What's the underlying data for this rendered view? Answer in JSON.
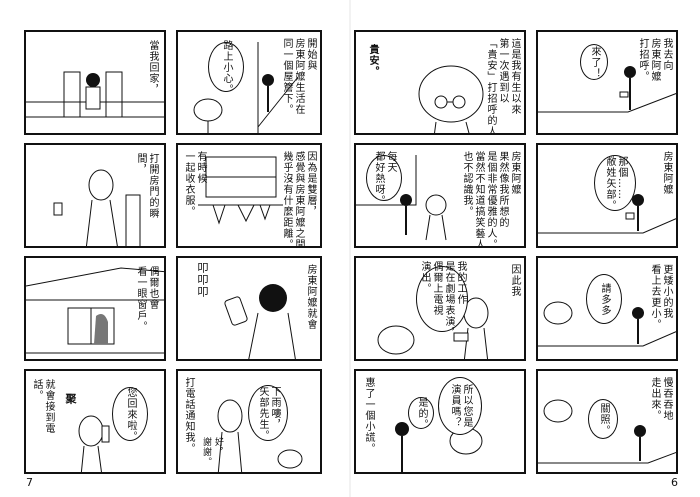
{
  "page_numbers": {
    "left": "7",
    "right": "6"
  },
  "left_page": {
    "panels": [
      {
        "id": "L1",
        "narration": "當我回家，"
      },
      {
        "id": "L2",
        "narration": "開始與\n房東阿嬤生活在\n同一個屋簷下。",
        "bubble": "路上小心。"
      },
      {
        "id": "L3",
        "narration": "打開房門的瞬\n間，"
      },
      {
        "id": "L4",
        "narration": "因為是雙層，\n感覺與房東阿嬤之間\n幾乎沒有什麼距離。",
        "sub": "有時候\n一起收衣服。"
      },
      {
        "id": "L5",
        "narration": "偶爾也會\n看一眼窗戶。"
      },
      {
        "id": "L6",
        "narration": "房東阿嬤就會",
        "sfx": "叩叩叩"
      },
      {
        "id": "L7",
        "narration": "就會接到電\n話。",
        "bubble": "您回來啦。",
        "sfx": "聚"
      },
      {
        "id": "L8",
        "narration": "打電話通知我。",
        "bubble": "下雨嘍，\n矢部先生。",
        "sfx": "好，\n謝謝。"
      }
    ]
  },
  "right_page": {
    "panels": [
      {
        "id": "R1",
        "narration": "我去向\n房東阿嬤\n打招呼。",
        "bubble": "來了！"
      },
      {
        "id": "R2",
        "narration": "這是我有生以來\n第一次遇到以\n「貴安」打招呼的人。",
        "bubble": "貴安。"
      },
      {
        "id": "R3",
        "narration": "房東阿嬤",
        "bubble": "那個……\n敝姓矢部。"
      },
      {
        "id": "R4",
        "narration": "房東阿嬤\n果然像我所想的\n是個非常優雅的人。\n當然不知道搞笑藝人。\n也不認識我。",
        "bubble": "每天\n都好熱呀。"
      },
      {
        "id": "R5",
        "narration": "更矮小的我\n看上去更小。",
        "bubble": "請多多"
      },
      {
        "id": "R6",
        "narration": "因此我",
        "bubble": "我的工作\n是在劇場表演，\n偶爾上電視\n演出。"
      },
      {
        "id": "R7",
        "narration": "慢吞吞地\n走出來。",
        "bubble": "關照。"
      },
      {
        "id": "R8",
        "narration": "惠了一個小謊。",
        "bubble": "所以您是\n演員嗎？",
        "bubble2": "是的。"
      }
    ]
  }
}
